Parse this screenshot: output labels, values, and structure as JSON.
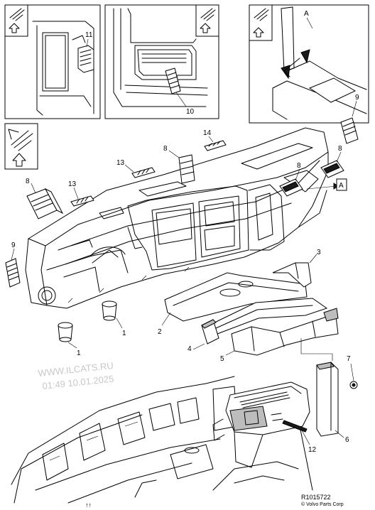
{
  "callouts": {
    "c1a": "1",
    "c1b": "1",
    "c2": "2",
    "c3": "3",
    "c4": "4",
    "c5": "5",
    "c6": "6",
    "c7": "7",
    "c8a": "8",
    "c8b": "8",
    "c8c": "8",
    "c8d": "8",
    "c9a": "9",
    "c9b": "9",
    "c10": "10",
    "c11": "11",
    "c12": "12",
    "c13a": "13",
    "c13b": "13",
    "c14": "14"
  },
  "view_markers": {
    "inset_a": "A",
    "main_a": "A"
  },
  "watermark": {
    "line1": "WWW.ILCATS.RU",
    "line2": "01:49 10.01.2025"
  },
  "footer": {
    "reference": "R1015722",
    "copyright": "© Volvo Parts Corp"
  }
}
